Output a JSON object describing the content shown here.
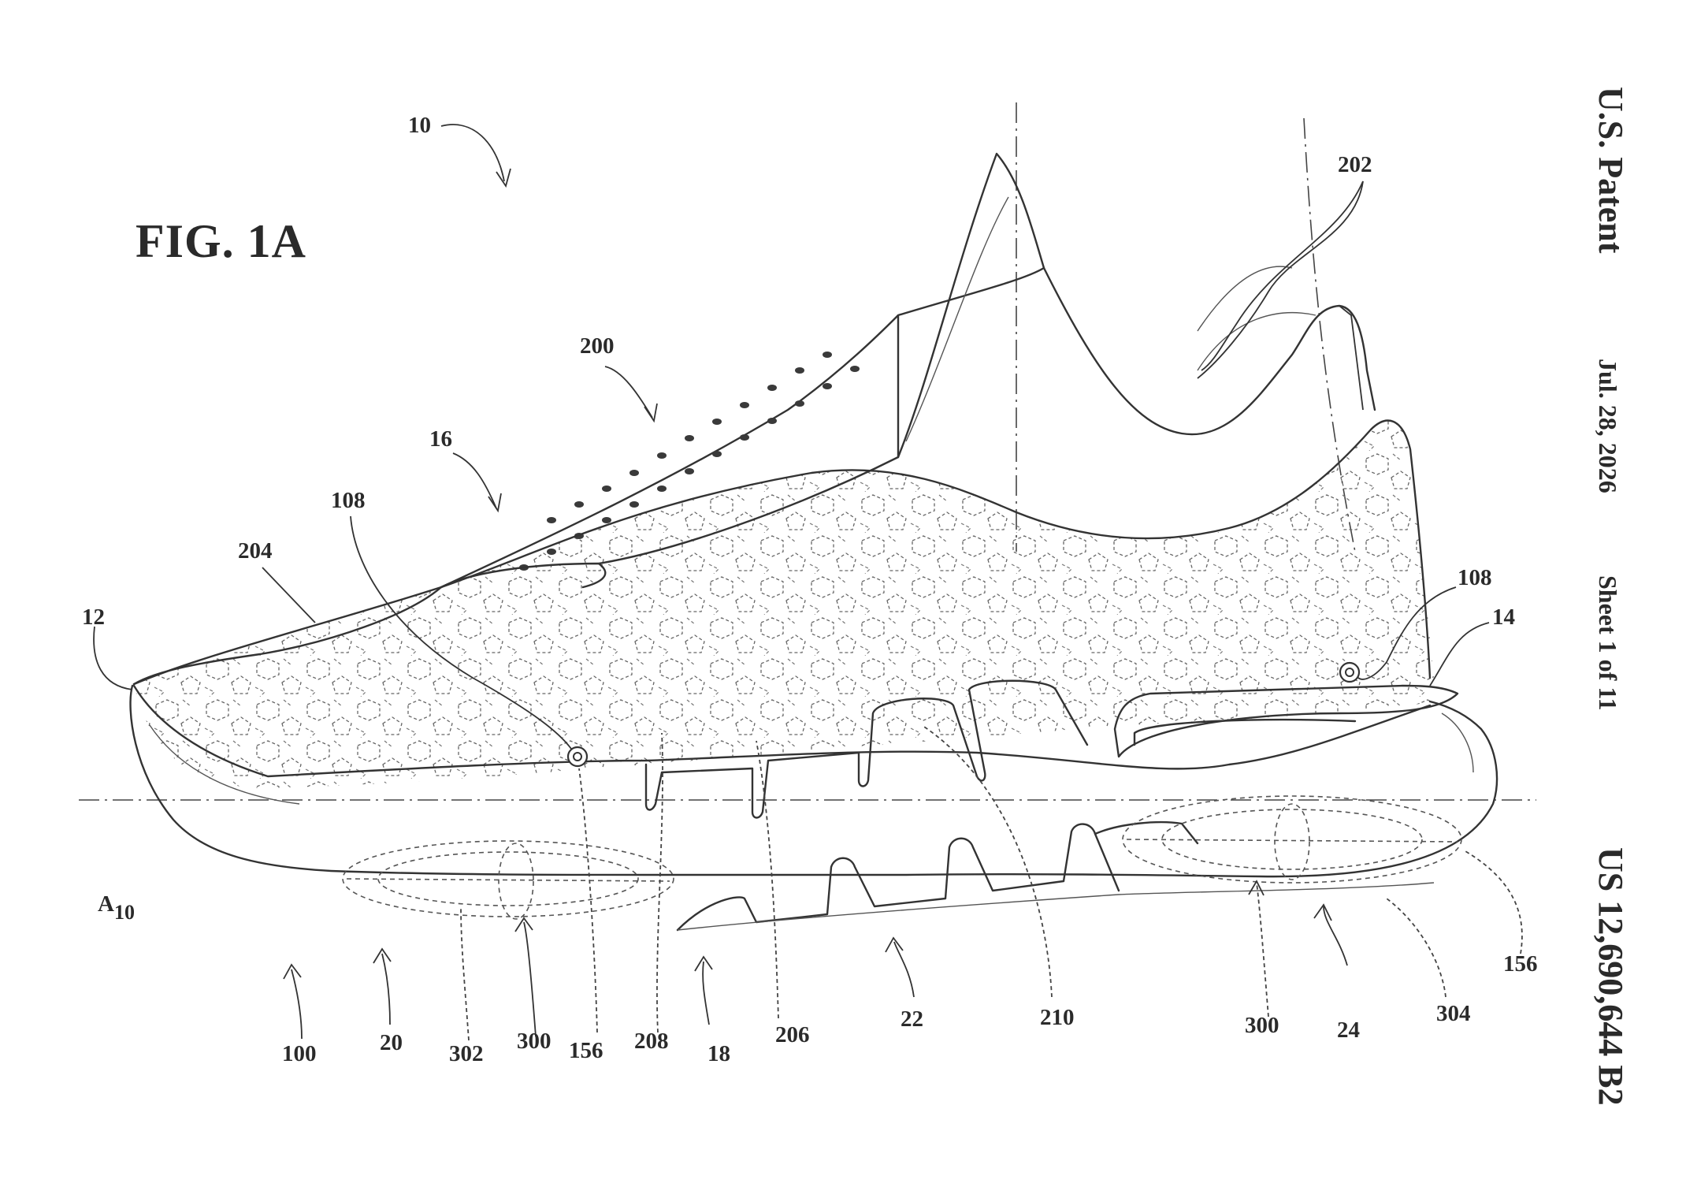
{
  "figure_label": "FIG. 1A",
  "header": {
    "office": "U.S. Patent",
    "date": "Jul. 28, 2026",
    "sheet": "Sheet 1 of 11",
    "patent_number": "US 12,690,644 B2"
  },
  "axis_label": {
    "main": "A",
    "sub": "10"
  },
  "refs": {
    "r10": "10",
    "r202": "202",
    "r200": "200",
    "r16": "16",
    "r108_left": "108",
    "r204": "204",
    "r12": "12",
    "r108_right": "108",
    "r14": "14",
    "r156_right": "156",
    "r304": "304",
    "r24": "24",
    "r300_right": "300",
    "r210": "210",
    "r22": "22",
    "r206": "206",
    "r18": "18",
    "r208": "208",
    "r156_left": "156",
    "r300_left": "300",
    "r302": "302",
    "r20": "20",
    "r100": "100"
  }
}
